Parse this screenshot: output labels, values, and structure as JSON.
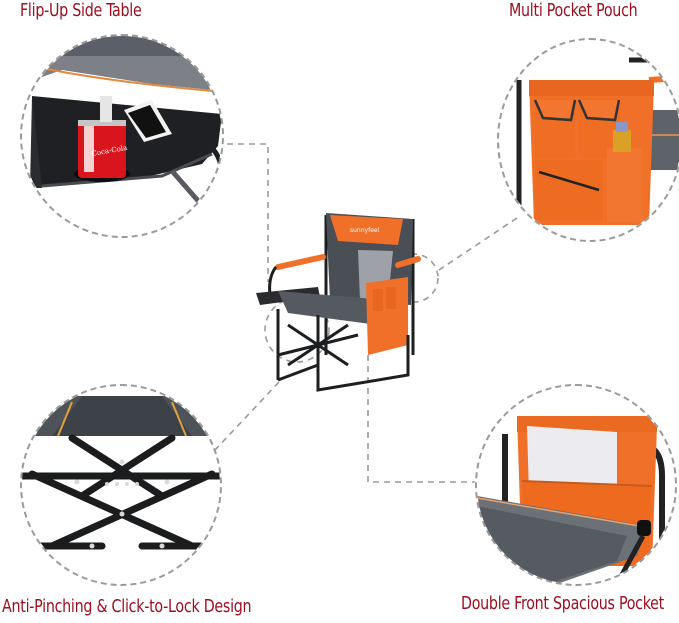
{
  "features": [
    {
      "id": "flip-up-side-table",
      "title": "Flip-Up Side Table"
    },
    {
      "id": "multi-pocket-pouch",
      "title": "Multi Pocket Pouch"
    },
    {
      "id": "anti-pinching-click-to-lock",
      "title": "Anti-Pinching & Click-to-Lock Design"
    },
    {
      "id": "double-front-spacious-pocket",
      "title": "Double Front Spacious Pocket"
    }
  ],
  "product": {
    "brand_logo_text": "sunnyfeel",
    "can_label": "Coca-Cola"
  },
  "colors": {
    "title": "#9b1020",
    "accent_orange": "#f0702a",
    "fabric_gray": "#4b5057",
    "frame_black": "#1e1f22",
    "dash_line": "#9a9a9a"
  }
}
